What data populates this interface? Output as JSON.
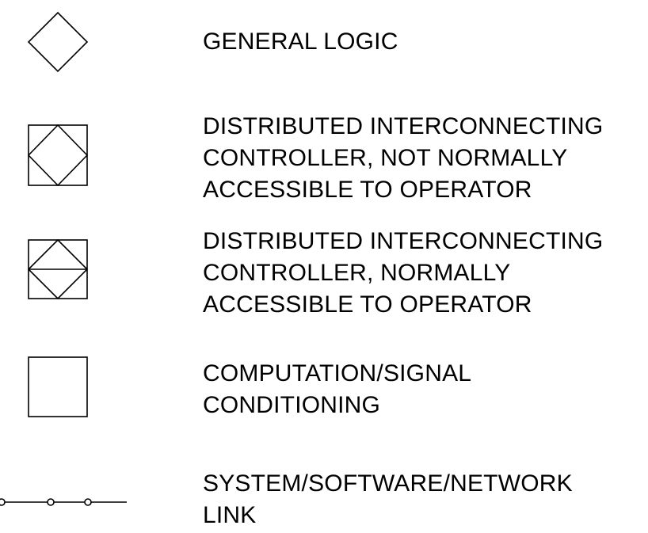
{
  "legend": {
    "items": [
      {
        "symbol": "diamond-icon",
        "lines": [
          "GENERAL LOGIC"
        ]
      },
      {
        "symbol": "diamond-in-square-icon",
        "lines": [
          "DISTRIBUTED INTERCONNECTING",
          "CONTROLLER, NOT NORMALLY",
          "ACCESSIBLE TO OPERATOR"
        ]
      },
      {
        "symbol": "split-diamond-in-square-icon",
        "lines": [
          "DISTRIBUTED INTERCONNECTING",
          "CONTROLLER, NORMALLY",
          "ACCESSIBLE TO OPERATOR"
        ]
      },
      {
        "symbol": "square-icon",
        "lines": [
          "COMPUTATION/SIGNAL",
          "CONDITIONING"
        ]
      },
      {
        "symbol": "network-link-icon",
        "lines": [
          "SYSTEM/SOFTWARE/NETWORK",
          "LINK"
        ]
      }
    ]
  }
}
